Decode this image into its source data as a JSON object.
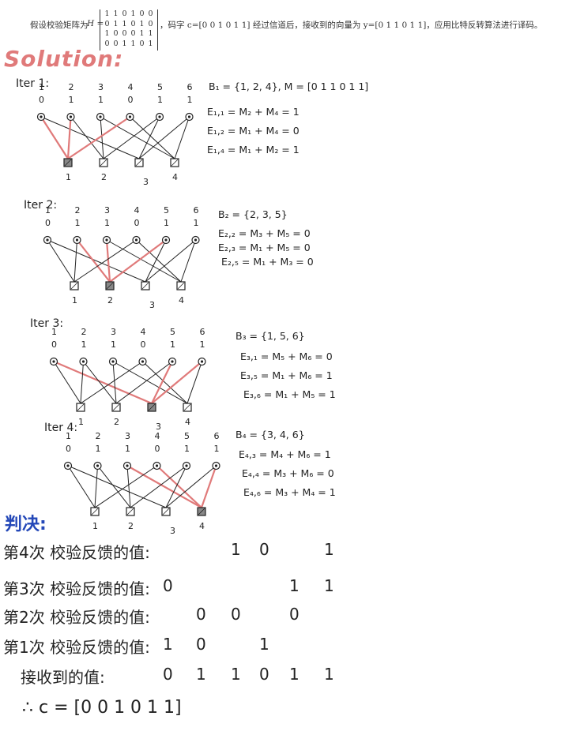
{
  "problem": {
    "intro": "假设校验矩阵为",
    "matrix_symbol": "H =",
    "matrix_rows": [
      [
        "1",
        "1",
        "0",
        "1",
        "0",
        "0"
      ],
      [
        "0",
        "1",
        "1",
        "0",
        "1",
        "0"
      ],
      [
        "1",
        "0",
        "0",
        "0",
        "1",
        "1"
      ],
      [
        "0",
        "0",
        "1",
        "1",
        "0",
        "1"
      ]
    ],
    "rest": "，码字 c=[0 0 1 0 1 1] 经过信道后，接收到的向量为 y=[0 1 1 0 1 1]，应用比特反转算法进行译码。"
  },
  "solution_title": "Solution:",
  "graph": {
    "var_indices": [
      "1",
      "2",
      "3",
      "4",
      "5",
      "6"
    ],
    "received_bits": [
      "0",
      "1",
      "1",
      "0",
      "1",
      "1"
    ],
    "check_indices": [
      "1",
      "2",
      "3",
      "4"
    ],
    "edges": [
      [
        1,
        1
      ],
      [
        1,
        3
      ],
      [
        2,
        1
      ],
      [
        2,
        2
      ],
      [
        3,
        2
      ],
      [
        3,
        4
      ],
      [
        4,
        1
      ],
      [
        4,
        4
      ],
      [
        5,
        2
      ],
      [
        5,
        3
      ],
      [
        6,
        3
      ],
      [
        6,
        4
      ]
    ]
  },
  "iterations": [
    {
      "label": "Iter 1:",
      "check": 1,
      "highlight": [
        [
          1,
          1
        ],
        [
          2,
          1
        ],
        [
          4,
          1
        ]
      ],
      "set": "B₁ = {1, 2, 4}",
      "vector": ", M = [0  1  1  0  1  1]",
      "equations": [
        "E₁,₁ = M₂ + M₄ = 1",
        "E₁,₂ = M₁ + M₄ = 0",
        "E₁,₄ = M₁ + M₂ = 1"
      ]
    },
    {
      "label": "Iter 2:",
      "check": 2,
      "highlight": [
        [
          2,
          2
        ],
        [
          3,
          2
        ],
        [
          5,
          2
        ]
      ],
      "set": "B₂ = {2, 3, 5}",
      "vector": "",
      "equations": [
        "E₂,₂ = M₃ + M₅ = 0",
        "E₂,₃ = M₁ + M₅ = 0",
        "E₂,₅ = M₁ + M₃ = 0"
      ]
    },
    {
      "label": "Iter 3:",
      "check": 3,
      "highlight": [
        [
          1,
          3
        ],
        [
          5,
          3
        ],
        [
          6,
          3
        ]
      ],
      "set": "B₃ = {1, 5, 6}",
      "vector": "",
      "equations": [
        "E₃,₁ = M₅ + M₆ = 0",
        "E₃,₅ = M₁ + M₆ = 1",
        "E₃,₆ = M₁ + M₅ = 1"
      ]
    },
    {
      "label": "Iter 4:",
      "check": 4,
      "highlight": [
        [
          3,
          4
        ],
        [
          4,
          4
        ],
        [
          6,
          4
        ]
      ],
      "set": "B₄ = {3, 4, 6}",
      "vector": "",
      "equations": [
        "E₄,₃ = M₄ + M₆ = 1",
        "E₄,₄ = M₃ + M₆ = 0",
        "E₄,₆ = M₃ + M₄ = 1"
      ]
    }
  ],
  "verdict_title": "判决:",
  "feedback_rows": [
    {
      "label": "第4次 校验反馈的值:",
      "values": [
        "",
        "",
        "1",
        "0",
        "",
        "1"
      ]
    },
    {
      "label": "第3次 校验反馈的值:",
      "values": [
        "0",
        "",
        "",
        "",
        "1",
        "1"
      ]
    },
    {
      "label": "第2次 校验反馈的值:",
      "values": [
        "",
        "0",
        "0",
        "",
        "0",
        ""
      ]
    },
    {
      "label": "第1次 校验反馈的值:",
      "values": [
        "1",
        "0",
        "",
        "1",
        "",
        ""
      ]
    },
    {
      "label": "接收到的值:",
      "values": [
        "0",
        "1",
        "1",
        "0",
        "1",
        "1"
      ]
    }
  ],
  "result": "∴ c = [0 0 1 0 1 1]",
  "colors": {
    "ink": "#222222",
    "highlight": "#e07a7a",
    "title": "#e07a7a",
    "verdict": "#2448b8"
  }
}
